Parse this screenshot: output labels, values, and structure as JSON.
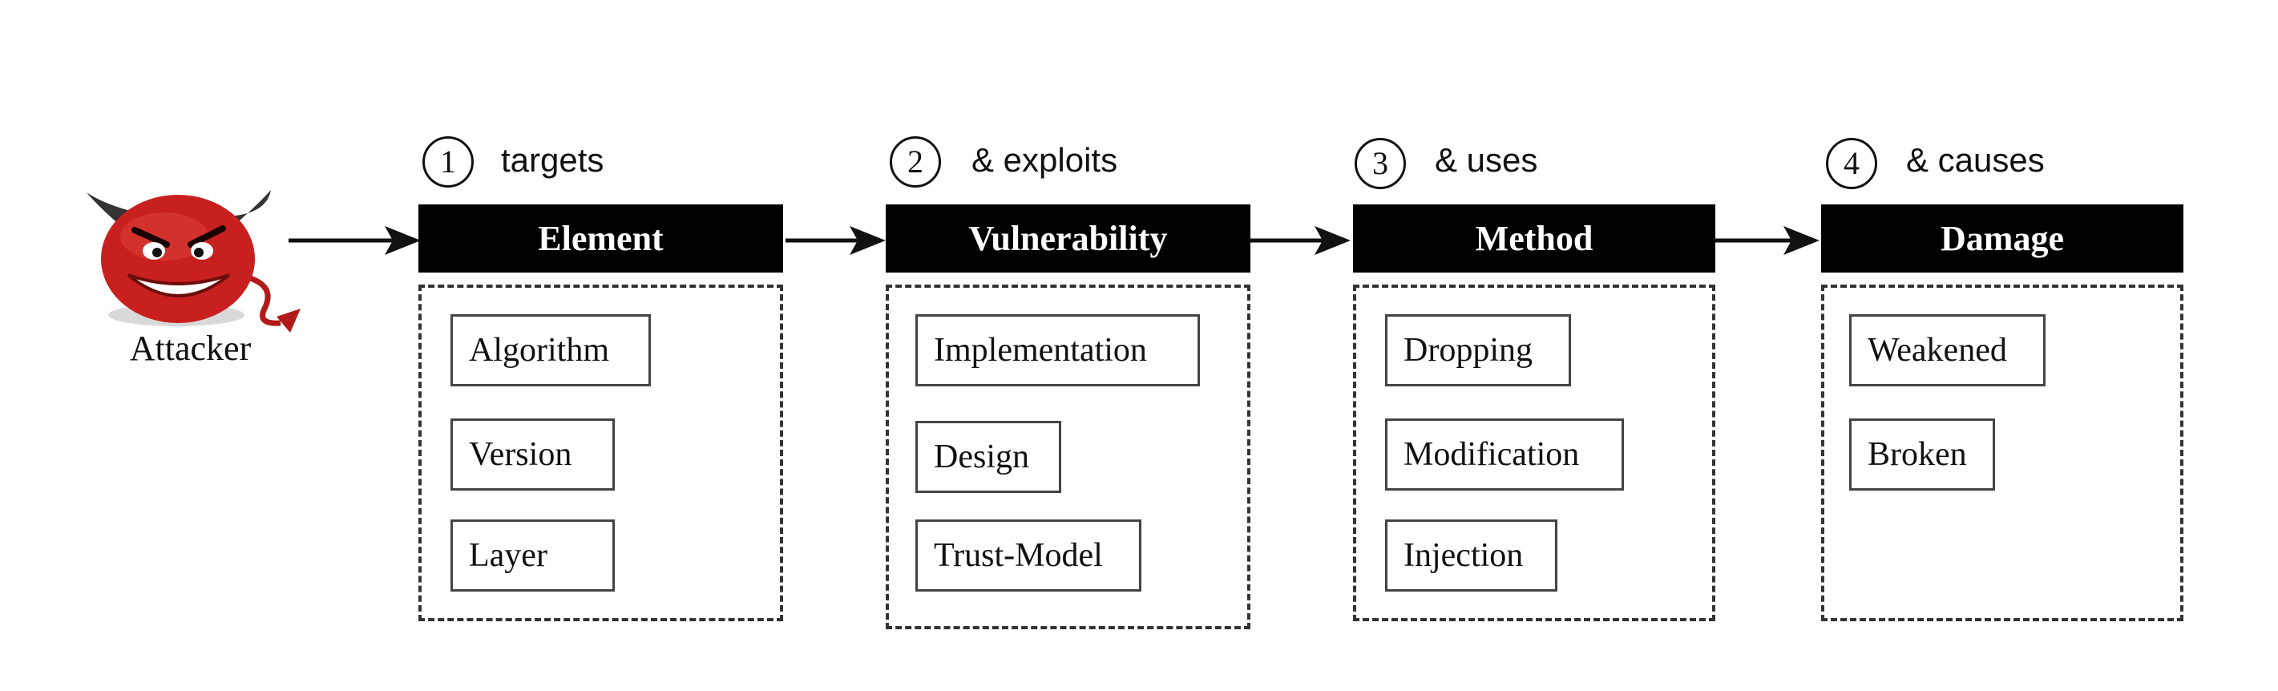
{
  "attacker": {
    "label": "Attacker",
    "icon": "devil-icon"
  },
  "stages": [
    {
      "number": "1",
      "step_label": "targets",
      "header": "Element",
      "options": [
        "Algorithm",
        "Version",
        "Layer"
      ]
    },
    {
      "number": "2",
      "step_label": "& exploits",
      "header": "Vulnerability",
      "options": [
        "Implementation",
        "Design",
        "Trust-Model"
      ]
    },
    {
      "number": "3",
      "step_label": "& uses",
      "header": "Method",
      "options": [
        "Dropping",
        "Modification",
        "Injection"
      ]
    },
    {
      "number": "4",
      "step_label": "& causes",
      "header": "Damage",
      "options": [
        "Weakened",
        "Broken"
      ]
    }
  ],
  "colors": {
    "header_bg": "#000000",
    "header_text": "#ffffff",
    "devil_red": "#c8201e",
    "devil_dark": "#8e1210"
  }
}
